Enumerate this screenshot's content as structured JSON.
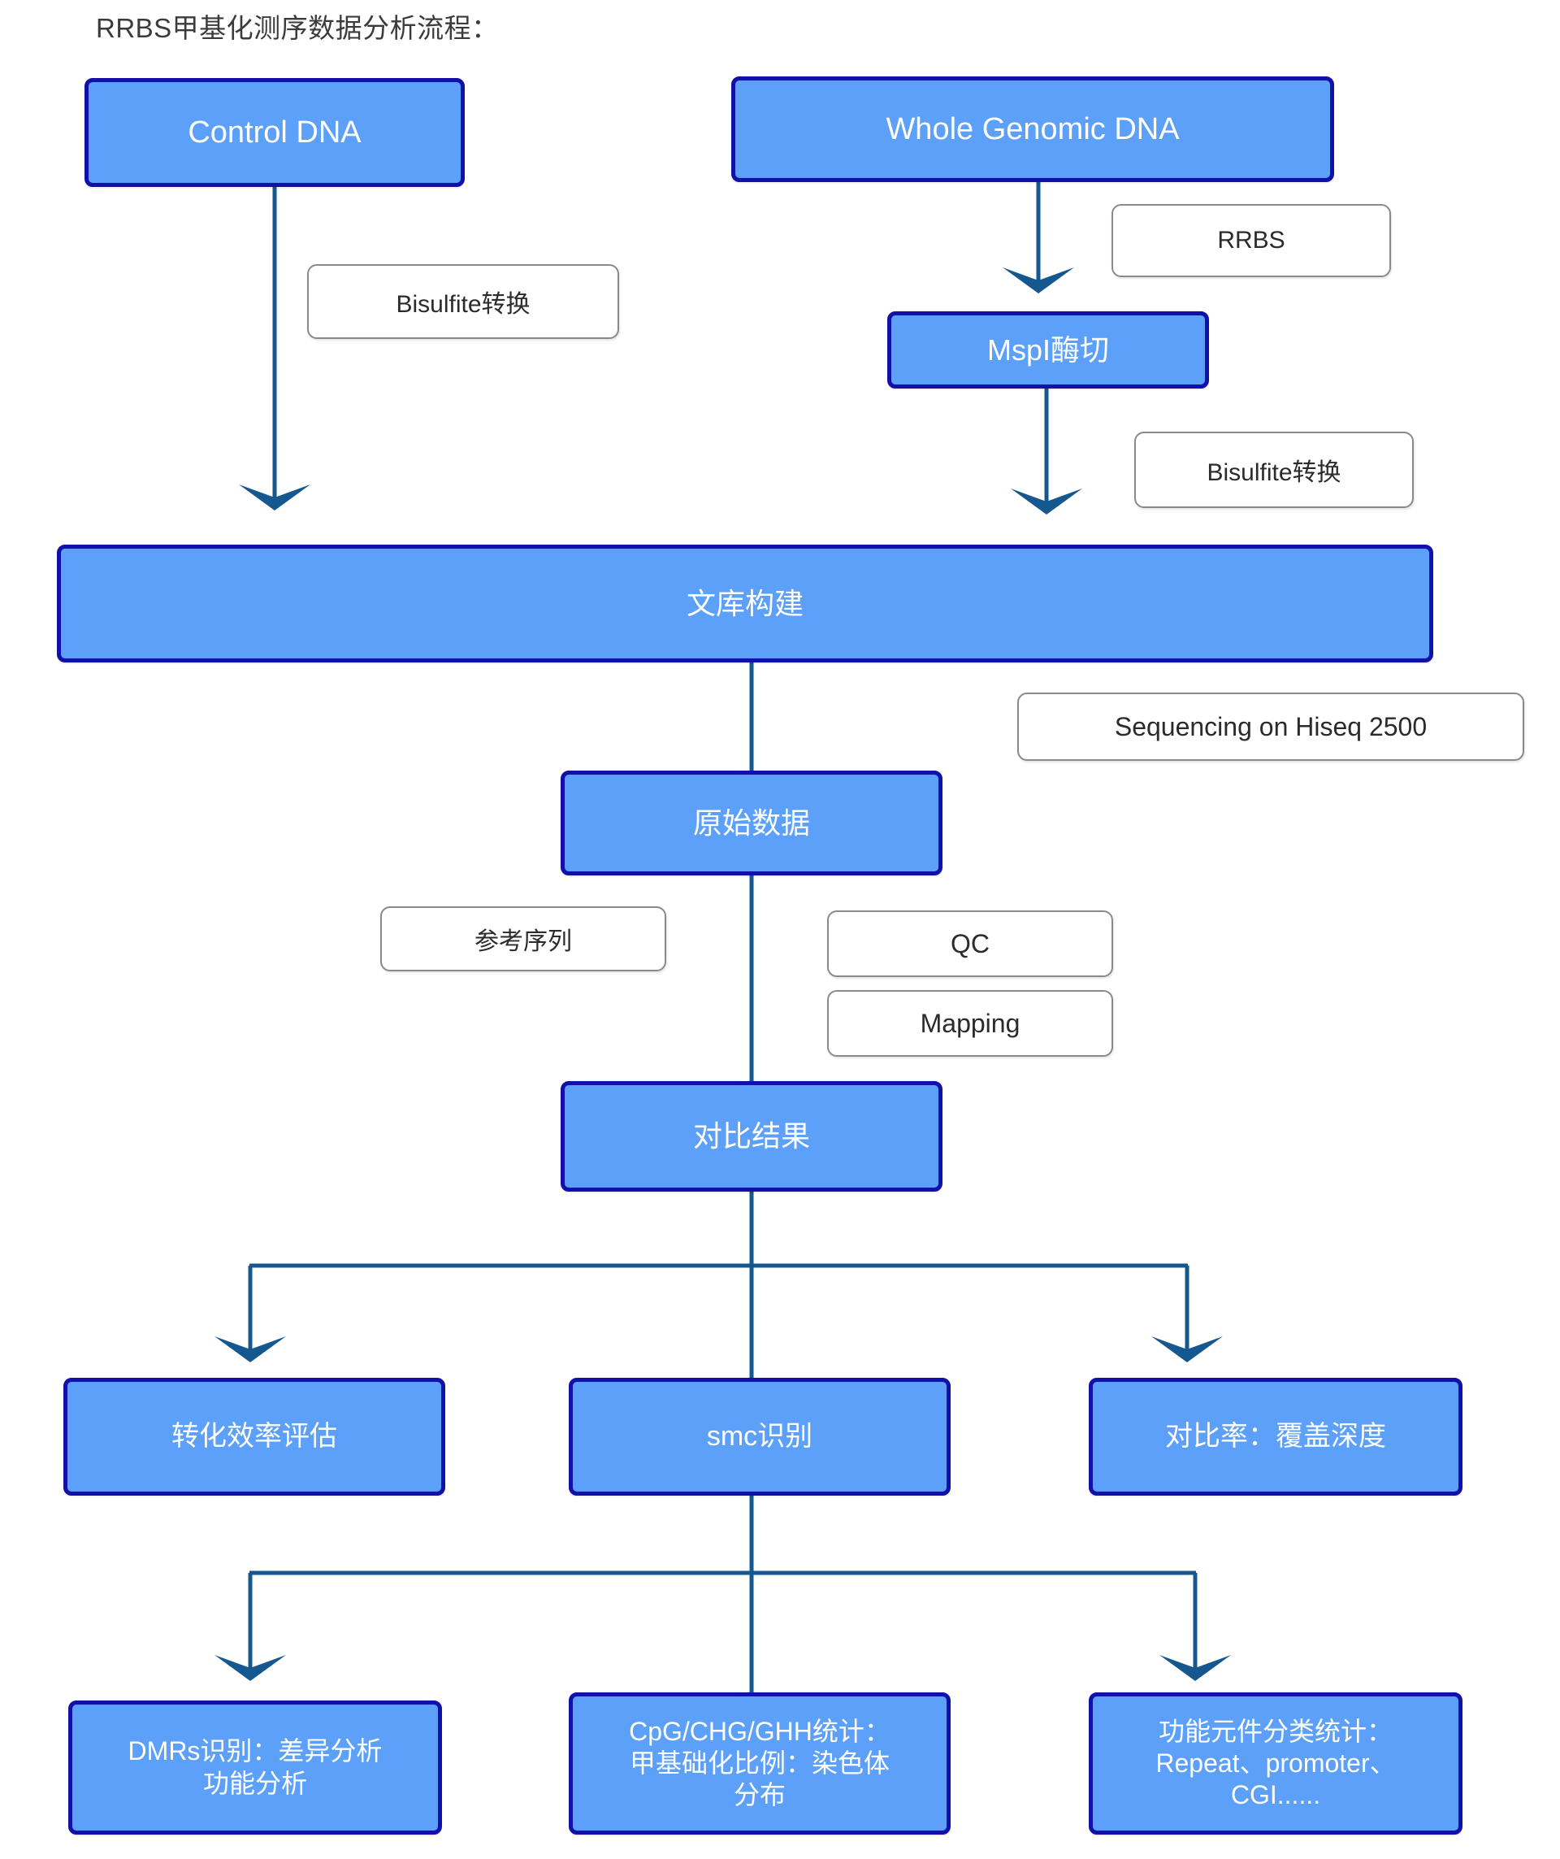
{
  "title": "RRBS甲基化测序数据分析流程：",
  "colors": {
    "node_fill": "#5CA0F9",
    "node_border": "#1111AA",
    "node_text": "#FFFFFF",
    "label_fill": "#FFFFFF",
    "label_border": "#8A8A8A",
    "label_text": "#2B2B2B",
    "arrow": "#15578F",
    "title_text": "#3B3B3B",
    "background": "#FFFFFF"
  },
  "nodes": {
    "control_dna": "Control DNA",
    "whole_genomic_dna": "Whole Genomic DNA",
    "mspi_digestion": "MspI酶切",
    "library_construction": "文库构建",
    "raw_data": "原始数据",
    "alignment_result": "对比结果",
    "conversion_efficiency": "转化效率评估",
    "smc_identification": "smc识别",
    "mapping_rate_depth": "对比率：覆盖深度",
    "dmrs": {
      "line1": "DMRs识别：差异分析",
      "line2": "功能分析"
    },
    "cpg_stats": {
      "line1": "CpG/CHG/GHH统计：",
      "line2": "甲基础化比例：染色体",
      "line3": "分布"
    },
    "functional_elements": {
      "line1": "功能元件分类统计：",
      "line2": "Repeat、promoter、",
      "line3": "CGI......"
    }
  },
  "labels": {
    "bisulfite_left": "Bisulfite转换",
    "rrbs": "RRBS",
    "bisulfite_right": "Bisulfite转换",
    "sequencing": "Sequencing on Hiseq 2500",
    "reference_sequence": "参考序列",
    "qc": "QC",
    "mapping": "Mapping"
  }
}
